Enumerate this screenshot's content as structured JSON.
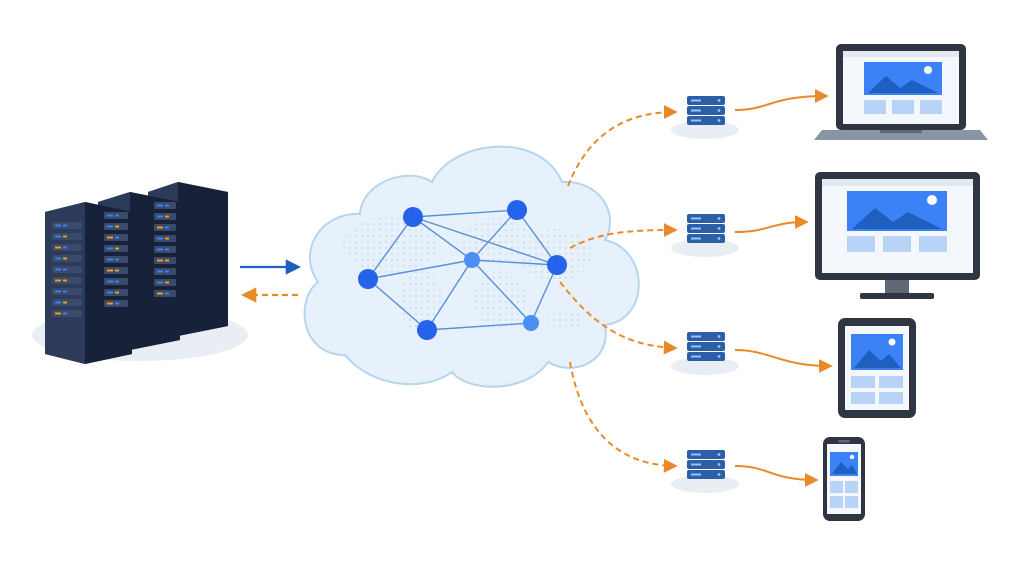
{
  "diagram": {
    "description_free": true,
    "colors": {
      "background": "#ffffff",
      "server_dark": "#1f2b45",
      "server_light": "#2c3b5a",
      "led_blue": "#3b82f6",
      "led_amber": "#f59e0b",
      "cloud_fill": "#e6f1fb",
      "cloud_stroke": "#b7d4ee",
      "node_blue": "#2563eb",
      "node_light": "#4a8ff5",
      "link_line": "#5b8fd8",
      "request_arrow": "#1e5fbf",
      "edge_orange": "#e88a2a",
      "shadow": "#e9eef5",
      "device_frame": "#2f3642",
      "screen_bg": "#f4f7fb",
      "image_block": "#3b82f6",
      "image_light": "#b9d3f6",
      "edge_server": "#2d5fa8"
    },
    "icons": {
      "origin": "server-rack-icon",
      "network": "cloud-network-icon",
      "edge": "edge-server-icon",
      "devices": [
        "laptop-icon",
        "monitor-icon",
        "tablet-icon",
        "smartphone-icon"
      ]
    },
    "endpoints": [
      "laptop",
      "monitor",
      "tablet",
      "smartphone"
    ]
  }
}
